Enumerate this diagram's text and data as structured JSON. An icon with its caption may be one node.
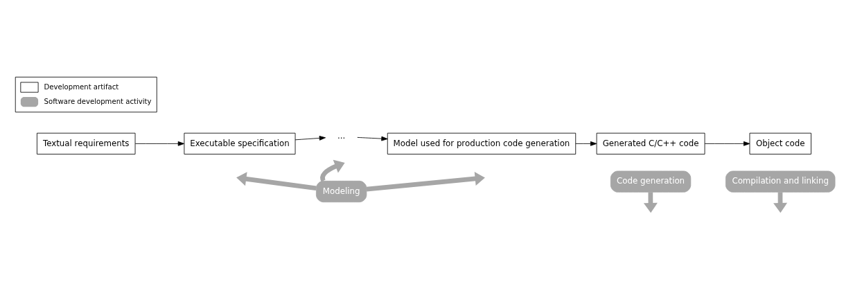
{
  "diagram": {
    "nodes": [
      {
        "text": [
          "Textual requirements"
        ]
      },
      {
        "text": [
          "Executable specification"
        ]
      },
      {
        "text": [
          "..."
        ]
      },
      {
        "text": [
          "Model used for production code generation"
        ]
      },
      {
        "text": [
          "Generated C/C++ code"
        ]
      },
      {
        "text": [
          "Object code"
        ]
      },
      {
        "text": [
          "Modeling"
        ]
      },
      {
        "text": [
          "Code generation"
        ]
      },
      {
        "text": [
          "Compilation and linking"
        ]
      }
    ],
    "edges": [
      {
        "from": 0,
        "to": 1,
        "arrow": "to"
      },
      {
        "from": 1,
        "to": 2,
        "arrow": "to"
      },
      {
        "from": 2,
        "to": 3,
        "arrow": "to"
      },
      {
        "from": 3,
        "to": 4,
        "arrow": "to"
      },
      {
        "from": 4,
        "to": 5,
        "arrow": "to"
      },
      {
        "from": 6,
        "to": null,
        "arrow": "to",
        "style": "thick",
        "color": "#a6a6a6"
      },
      {
        "from": 6,
        "to": null,
        "arrow": "to",
        "style": "thick",
        "color": "#a6a6a6"
      },
      {
        "from": 6,
        "to": null,
        "arrow": "to",
        "style": "thick",
        "color": "#a6a6a6"
      },
      {
        "from": 7,
        "to": null,
        "arrow": "to",
        "style": "thick",
        "color": "#a6a6a6"
      },
      {
        "from": 8,
        "to": null,
        "arrow": "to",
        "style": "thick",
        "color": "#a6a6a6"
      }
    ],
    "legend": [
      {
        "text": "Development artifact"
      },
      {
        "text": "Software development activity",
        "color": "#a6a6a6"
      }
    ]
  }
}
